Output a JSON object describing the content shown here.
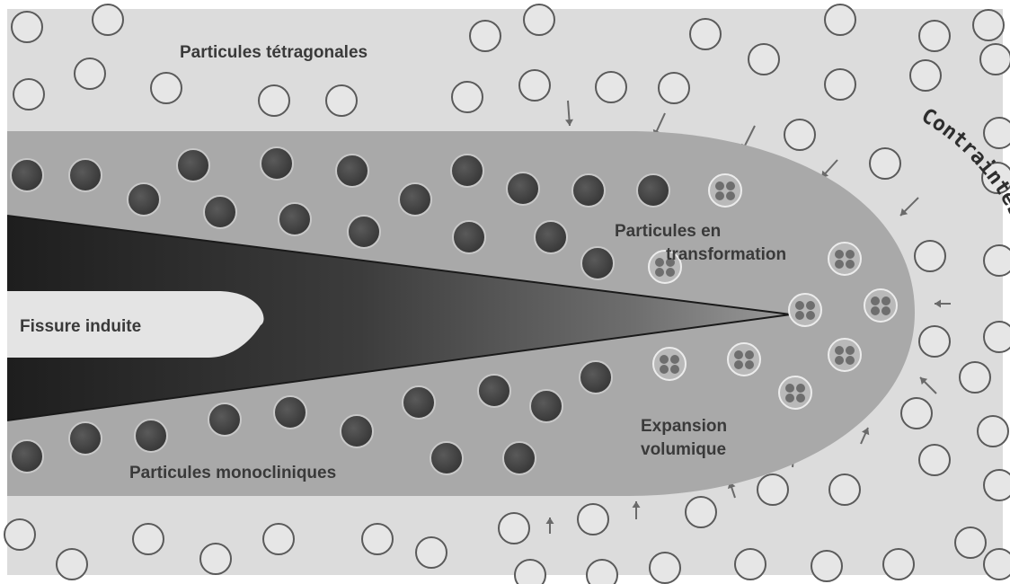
{
  "figure": {
    "labels": {
      "tetragonal": "Particules tétragonales",
      "transforming_line1": "Particules en",
      "transforming_line2": "transformation",
      "crack": "Fissure induite",
      "expansion_line1": "Expansion",
      "expansion_line2": "volumique",
      "monoclinic": "Particules monocliniques",
      "compression": "Contraintes de compression"
    },
    "colors": {
      "background": "#dcdcdc",
      "process_zone": "#a9a9a9",
      "crack_dark": "#2c2c2c",
      "crack_tip_light": "#e4e4e4",
      "monoclinic_particle": "#4c4c4c",
      "tetragonal_particle_stroke": "#5a5a5a",
      "transforming_particle": "#6e6e6e",
      "stress_arrow": "#6a6a6a",
      "text": "#3a3a3a"
    }
  }
}
